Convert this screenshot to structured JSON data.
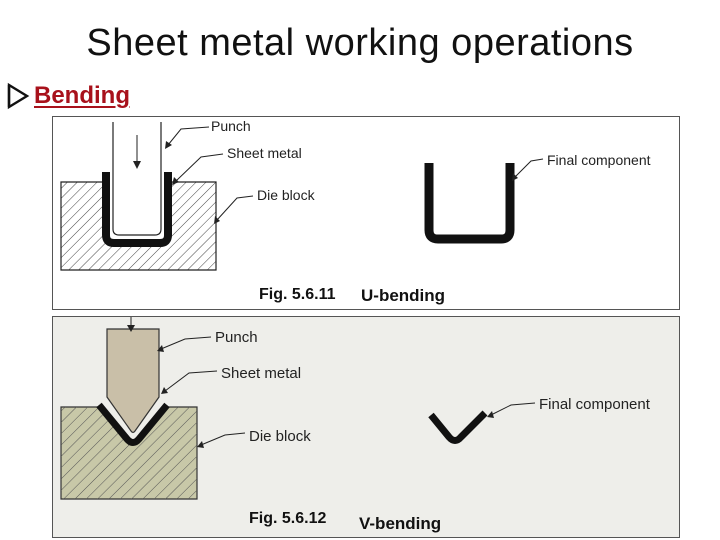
{
  "slide": {
    "title": "Sheet metal working operations",
    "bullet": "Bending"
  },
  "figure_u": {
    "punch_label": "Punch",
    "sheet_label": "Sheet metal",
    "die_label": "Die block",
    "final_label": "Final component",
    "caption_fig": "Fig. 5.6.11",
    "caption_name": "U-bending"
  },
  "figure_v": {
    "punch_label": "Punch",
    "sheet_label": "Sheet metal",
    "die_label": "Die block",
    "final_label": "Final component",
    "caption_fig": "Fig. 5.6.12",
    "caption_name": "V-bending"
  }
}
